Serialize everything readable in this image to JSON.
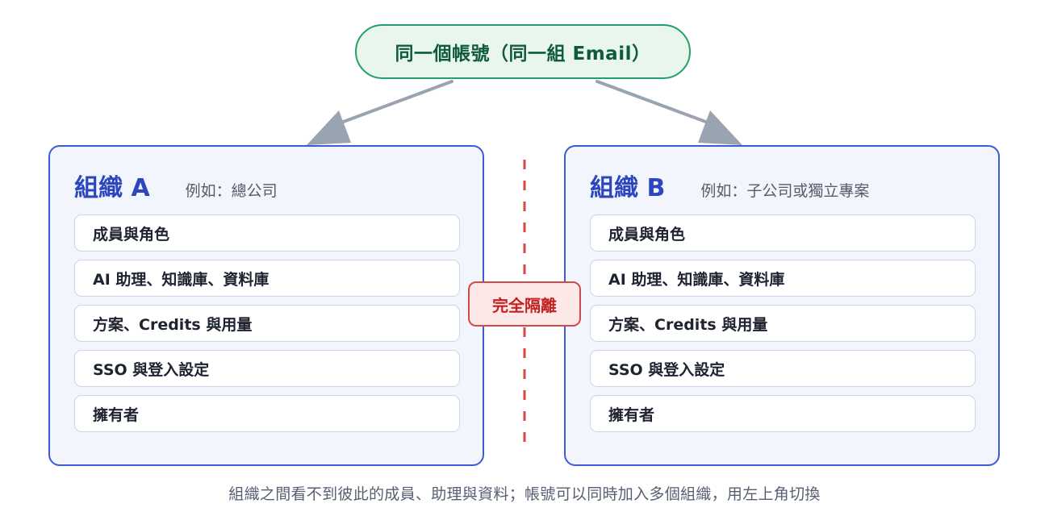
{
  "account": {
    "label": "同一個帳號（同一組 Email）"
  },
  "organizations": [
    {
      "name": "組織 A",
      "example": "例如：總公司",
      "items": [
        "成員與角色",
        "AI 助理、知識庫、資料庫",
        "方案、Credits 與用量",
        "SSO 與登入設定",
        "擁有者"
      ]
    },
    {
      "name": "組織 B",
      "example": "例如：子公司或獨立專案",
      "items": [
        "成員與角色",
        "AI 助理、知識庫、資料庫",
        "方案、Credits 與用量",
        "SSO 與登入設定",
        "擁有者"
      ]
    }
  ],
  "isolation": {
    "label": "完全隔離"
  },
  "footer": {
    "caption": "組織之間看不到彼此的成員、助理與資料；帳號可以同時加入多個組織，用左上角切換"
  },
  "colors": {
    "account_border": "#23a06a",
    "org_border": "#3d5bd6",
    "arrow": "#9aa3b2",
    "isolation": "#d44a4a"
  }
}
